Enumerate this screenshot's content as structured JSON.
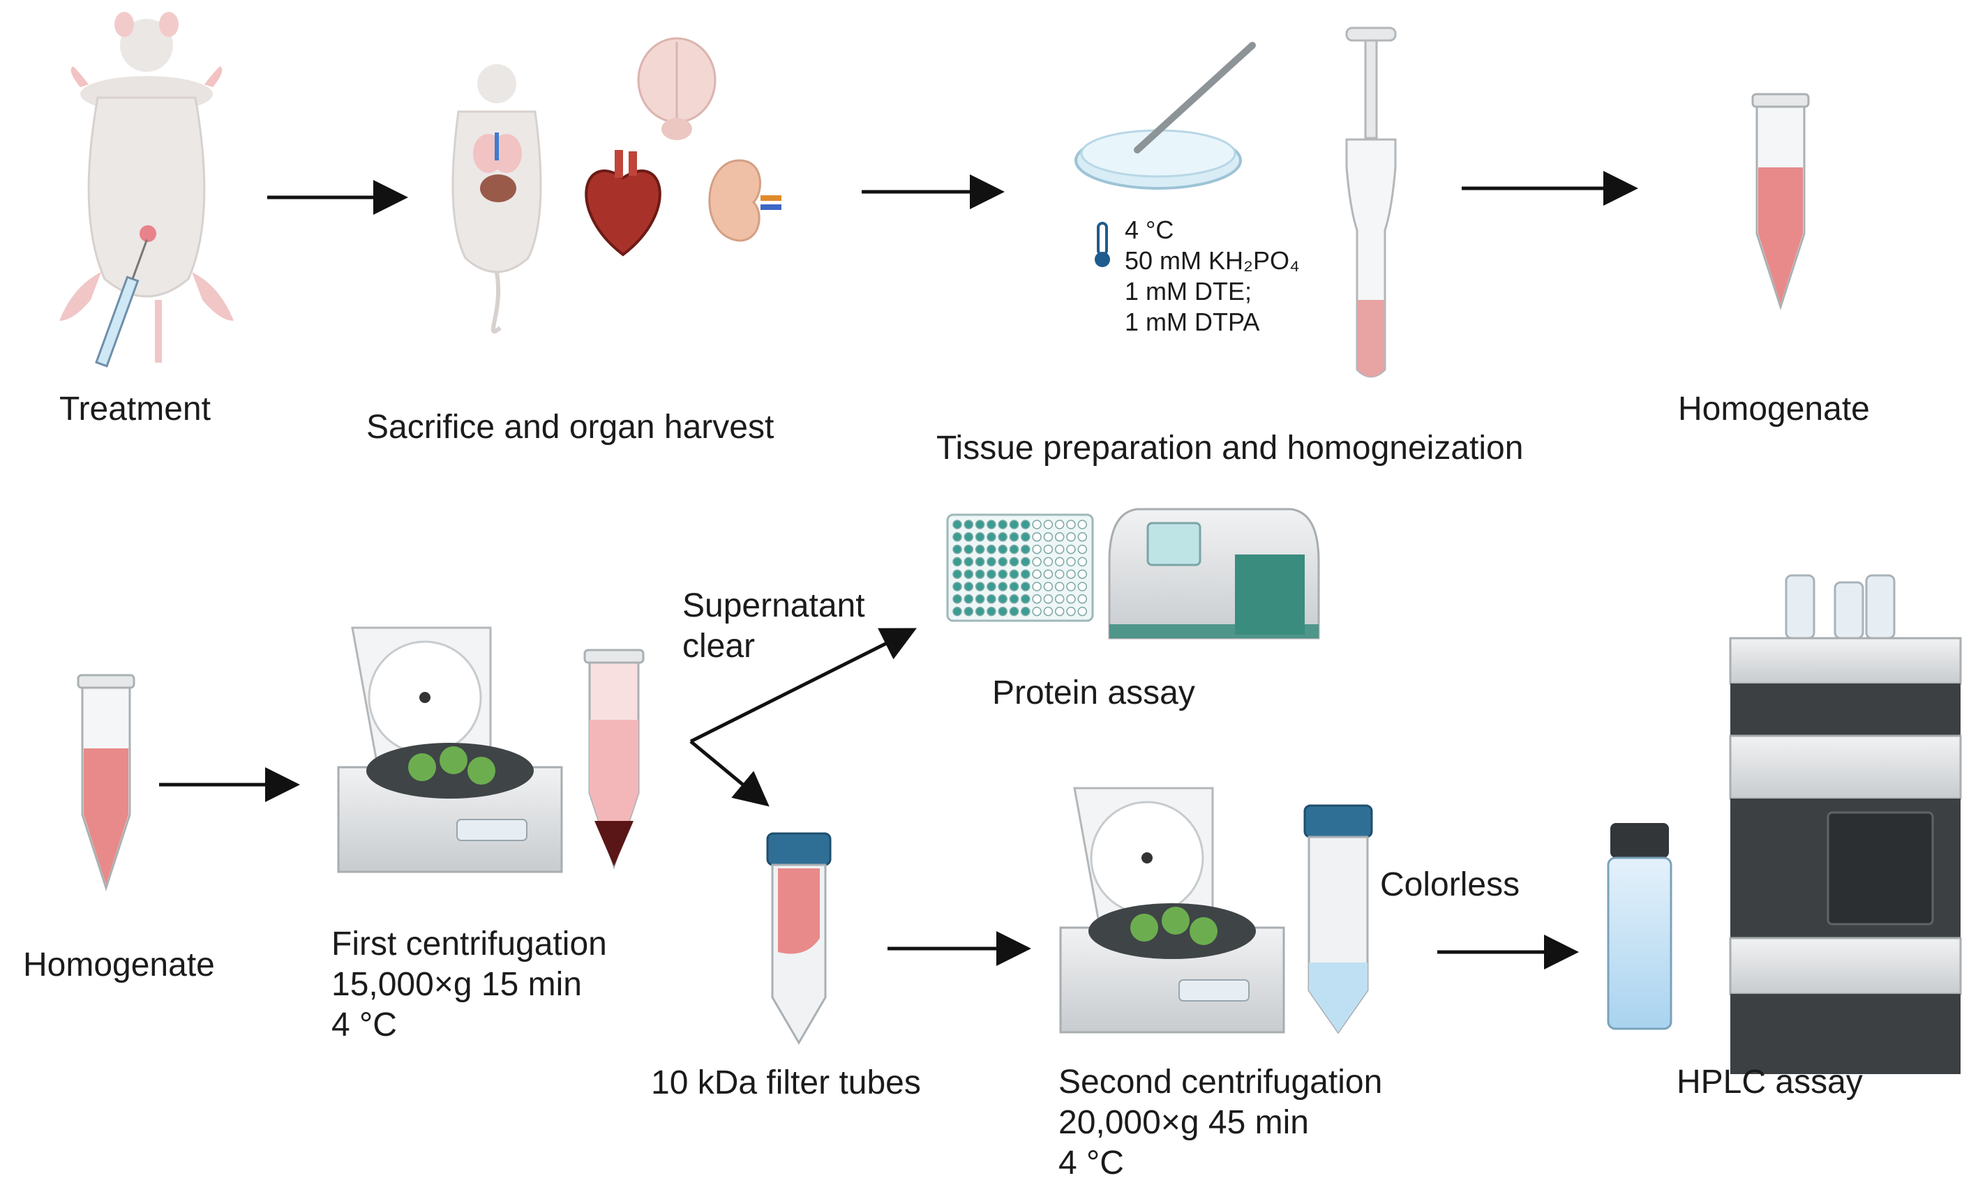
{
  "row1": {
    "treatment": "Treatment",
    "harvest": "Sacrifice and organ harvest",
    "tissue": "Tissue preparation and homogneization",
    "homogenate": "Homogenate",
    "buffer": {
      "temp": "4 °C",
      "kh2po4": "50 mM KH₂PO₄",
      "dte": "1 mM DTE;",
      "dtpa": "1 mM DTPA"
    }
  },
  "row2": {
    "homogenate": "Homogenate",
    "first_title": "First centrifugation",
    "first_speed": "15,000×g 15 min",
    "first_temp": "4 °C",
    "supernatant_line1": "Supernatant",
    "supernatant_line2": "clear",
    "protein": "Protein assay",
    "filter": "10 kDa filter tubes",
    "second_title": "Second centrifugation",
    "second_speed": "20,000×g 45 min",
    "second_temp": "4 °C",
    "colorless": "Colorless",
    "hplc": "HPLC assay"
  },
  "colors": {
    "arrow": "#111111",
    "sample_pink": "#e8888a",
    "cap_blue": "#2f6f96",
    "device_grey": "#d9dcde",
    "plate_teal": "#3a9c92"
  }
}
